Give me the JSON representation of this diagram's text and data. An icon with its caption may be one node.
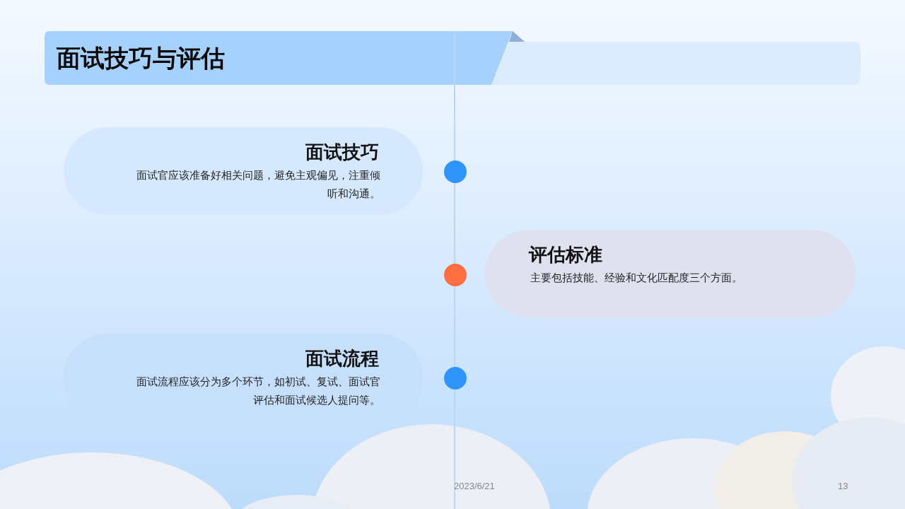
{
  "diagram": {
    "title": "面试技巧与评估",
    "nodes": [
      {
        "text": [
          "面试技巧",
          "面试官应该准备好相关问题，避免主观偏见，注重倾听和沟通。"
        ]
      },
      {
        "text": [
          "评估标准",
          "主要包括技能、经验和文化匹配度三个方面。"
        ]
      },
      {
        "text": [
          "面试流程",
          "面试流程应该分为多个环节，如初试、复试、面试官评估和面试候选人提问等。"
        ]
      }
    ],
    "labels": [
      "2023/6/21",
      "13"
    ]
  }
}
